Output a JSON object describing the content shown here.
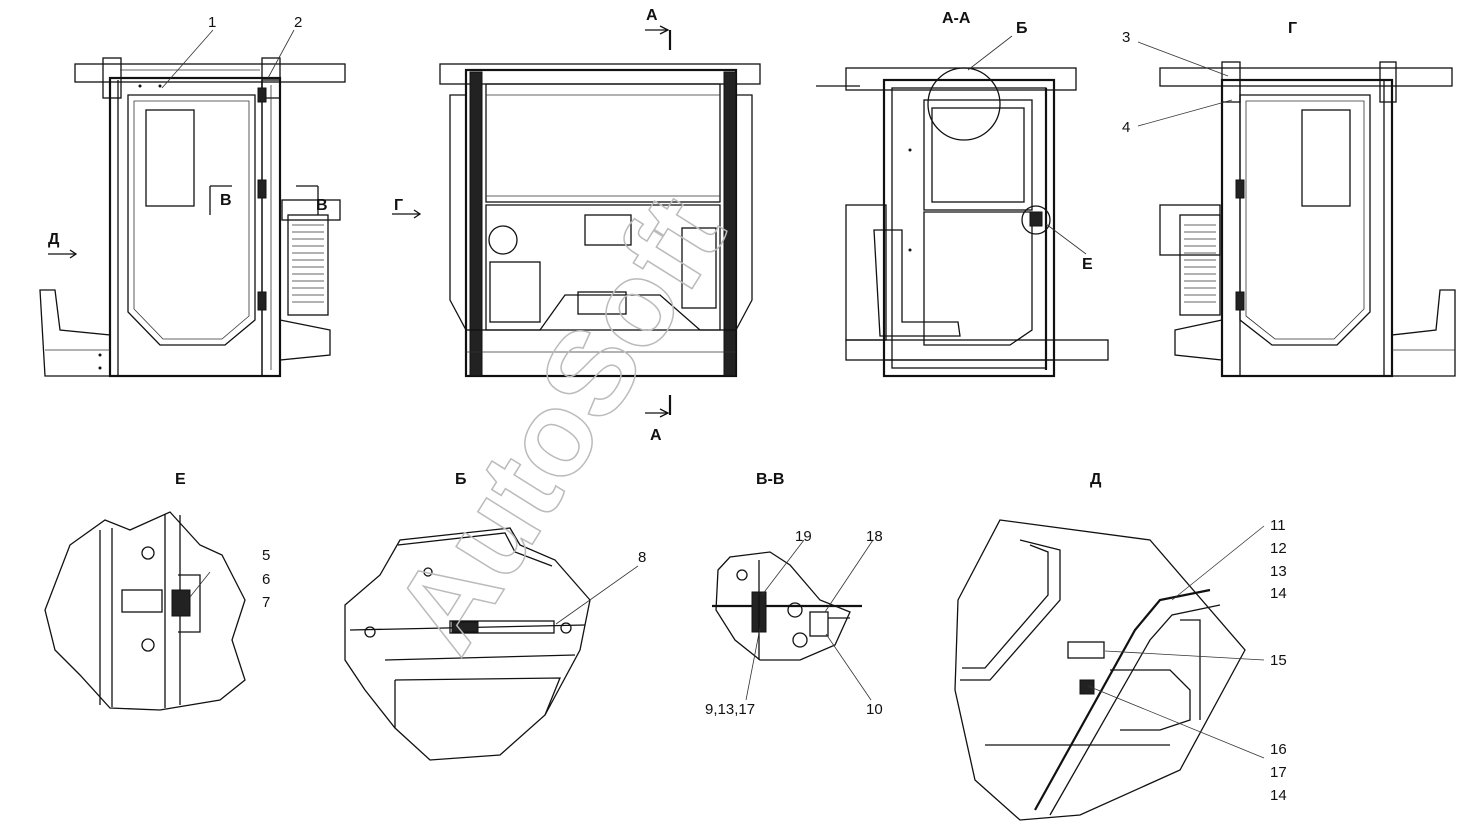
{
  "watermark": "AutoSoft",
  "view_labels": {
    "section_aa": "А-А",
    "view_g": "Г",
    "view_e": "Е",
    "view_b": "Б",
    "section_vv": "В-В",
    "view_d": "Д"
  },
  "markers": {
    "a_top": "А",
    "a_bottom": "А",
    "b_aa": "Б",
    "e_aa": "Е",
    "g_arrow": "Г",
    "d_arrow": "Д",
    "v_left": "В",
    "v_right": "В"
  },
  "callouts": {
    "c1": "1",
    "c2": "2",
    "c3": "3",
    "c4": "4",
    "c5": "5",
    "c6": "6",
    "c7": "7",
    "c8": "8",
    "c9": "9,13,17",
    "c10": "10",
    "c11": "11",
    "c12": "12",
    "c13": "13",
    "c14a": "14",
    "c15": "15",
    "c16": "16",
    "c17": "17",
    "c14b": "14",
    "c18": "18",
    "c19": "19"
  }
}
